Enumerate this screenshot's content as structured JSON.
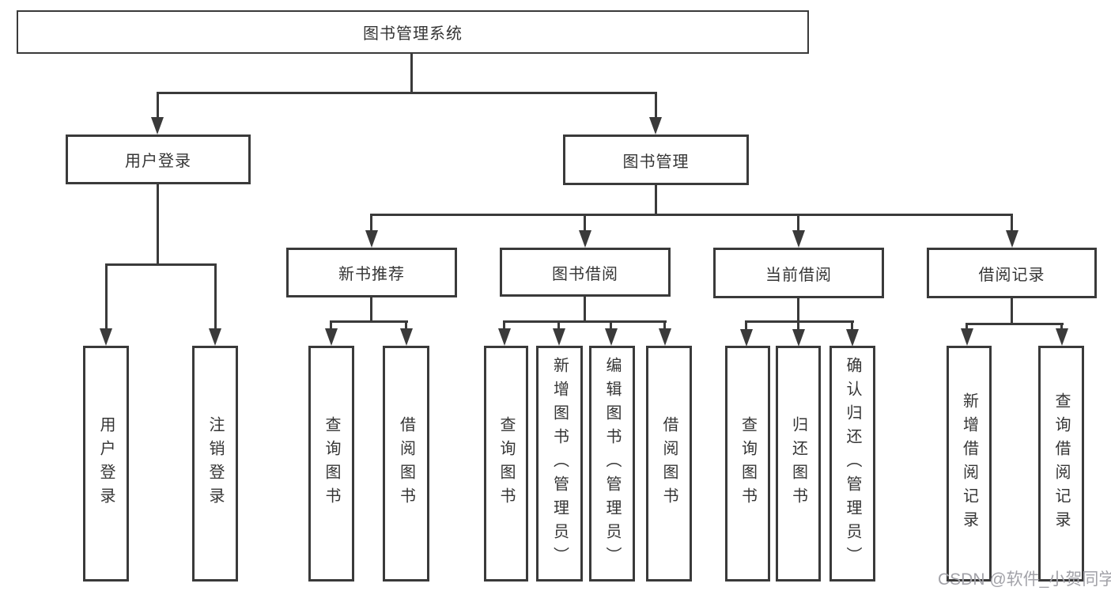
{
  "diagram": {
    "type": "tree-hierarchy",
    "watermark": "CSDN @软件_小贺同学",
    "colors": {
      "line": "#3a3a3a",
      "box_border": "#3a3a3a",
      "box_background": "#ffffff",
      "text": "#353535",
      "watermark_text": "#a2a2a8"
    },
    "nodes": {
      "root": {
        "label": "图书管理系统"
      },
      "login_branch": {
        "label": "用户登录"
      },
      "mgmt_branch": {
        "label": "图书管理"
      },
      "new_book_rec": {
        "label": "新书推荐"
      },
      "book_borrow": {
        "label": "图书借阅"
      },
      "current_borrow": {
        "label": "当前借阅"
      },
      "borrow_records": {
        "label": "借阅记录"
      },
      "leaf_user_login": {
        "label": "用户登录"
      },
      "leaf_logout": {
        "label": "注销登录"
      },
      "rec_query_book": {
        "label": "查询图书"
      },
      "rec_borrow_book": {
        "label": "借阅图书"
      },
      "bor_query_book": {
        "label": "查询图书"
      },
      "bor_add_book": {
        "label": "新增图书（管理员）"
      },
      "bor_edit_book": {
        "label": "编辑图书（管理员）"
      },
      "bor_borrow_book": {
        "label": "借阅图书"
      },
      "cur_query_book": {
        "label": "查询图书"
      },
      "cur_return_book": {
        "label": "归还图书"
      },
      "cur_confirm_return": {
        "label": "确认归还（管理员）"
      },
      "recd_add_record": {
        "label": "新增借阅记录"
      },
      "recd_query_record": {
        "label": "查询借阅记录"
      }
    },
    "edges": [
      "图书管理系统 -> 用户登录",
      "图书管理系统 -> 图书管理",
      "用户登录 -> 用户登录(叶), 注销登录",
      "图书管理 -> 新书推荐, 图书借阅, 当前借阅, 借阅记录",
      "新书推荐 -> 查询图书, 借阅图书",
      "图书借阅 -> 查询图书, 新增图书（管理员）, 编辑图书（管理员）, 借阅图书",
      "当前借阅 -> 查询图书, 归还图书, 确认归还（管理员）",
      "借阅记录 -> 新增借阅记录, 查询借阅记录"
    ]
  }
}
